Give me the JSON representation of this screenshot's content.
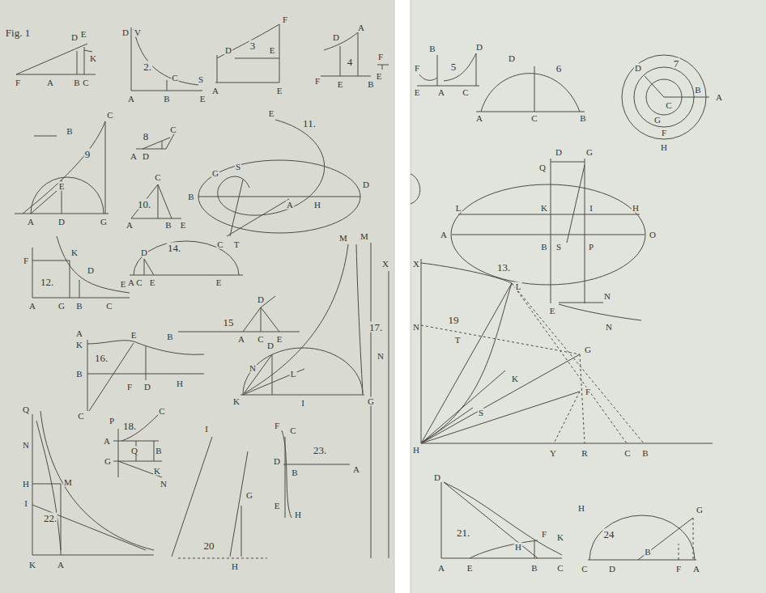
{
  "diagram": {
    "labels": [
      "Fig. 1",
      "D",
      "E",
      "K",
      "F",
      "A",
      "B",
      "C",
      "D",
      "V",
      "2.",
      "C",
      "S",
      "A",
      "B",
      "E",
      "F",
      "3",
      "D",
      "E",
      "A",
      "E",
      "D",
      "A",
      "4",
      "F",
      "E",
      "B",
      "F",
      "E",
      "C",
      "B",
      "9",
      "E",
      "A",
      "D",
      "G",
      "8",
      "C",
      "A",
      "D",
      "10.",
      "C",
      "A",
      "B",
      "E",
      "E",
      "11.",
      "G",
      "S",
      "B",
      "A",
      "H",
      "D",
      "C",
      "T",
      "F",
      "K",
      "D",
      "E",
      "12.",
      "A",
      "G",
      "B",
      "C",
      "D",
      "14.",
      "A",
      "C",
      "E",
      "E",
      "D",
      "15",
      "B",
      "A",
      "C",
      "E",
      "M",
      "17.",
      "D",
      "N",
      "L",
      "K",
      "I",
      "G",
      "A",
      "K",
      "E",
      "16.",
      "B",
      "F",
      "D",
      "H",
      "C",
      "P",
      "18.",
      "C",
      "A",
      "Q",
      "B",
      "G",
      "K",
      "N",
      "Q",
      "N",
      "H",
      "M",
      "22.",
      "I",
      "K",
      "A",
      "I",
      "G",
      "20",
      "H",
      "F",
      "C",
      "23.",
      "D",
      "B",
      "A",
      "E",
      "H",
      "M",
      "X",
      "N",
      "B",
      "5",
      "F",
      "E",
      "A",
      "C",
      "D",
      "6",
      "D",
      "A",
      "C",
      "B",
      "7",
      "D",
      "B",
      "A",
      "C",
      "G",
      "F",
      "H",
      "Q",
      "D",
      "G",
      "L",
      "K",
      "I",
      "H",
      "A",
      "B",
      "S",
      "P",
      "O",
      "13.",
      "E",
      "N",
      "N",
      "X",
      "19",
      "L",
      "N",
      "T",
      "G",
      "K",
      "F",
      "S",
      "H",
      "Y",
      "R",
      "C",
      "B",
      "D",
      "21.",
      "H",
      "F",
      "K",
      "A",
      "E",
      "B",
      "C",
      "H",
      "24",
      "G",
      "C",
      "D",
      "B",
      "F",
      "A"
    ]
  }
}
